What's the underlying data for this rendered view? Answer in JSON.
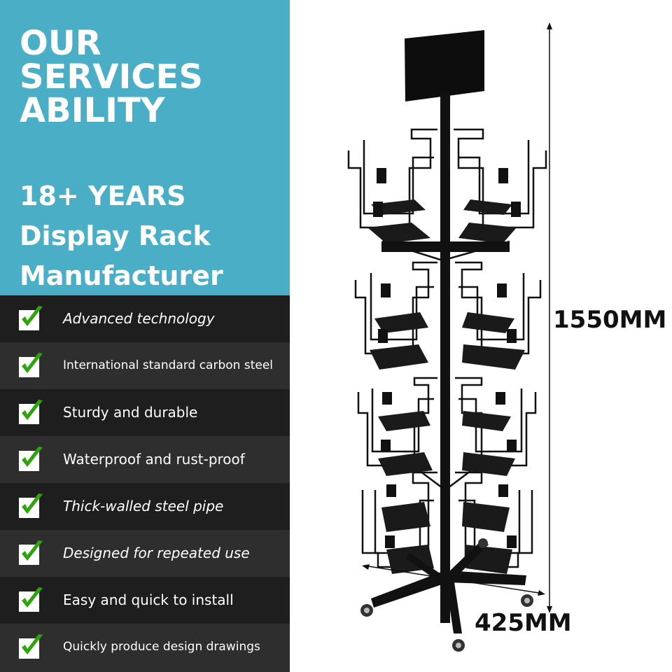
{
  "hero": {
    "title_lines": [
      "OUR",
      "SERVICES",
      "ABILITY"
    ],
    "subtitle_lines": [
      "18+ YEARS",
      "Display Rack",
      "Manufacturer"
    ]
  },
  "features": [
    {
      "label": "Advanced technology"
    },
    {
      "label": "International standard carbon steel"
    },
    {
      "label": "Sturdy and durable"
    },
    {
      "label": "Waterproof and rust-proof"
    },
    {
      "label": "Thick-walled steel pipe"
    },
    {
      "label": "Designed for repeated use"
    },
    {
      "label": "Easy and quick to install"
    },
    {
      "label": "Quickly produce design drawings"
    }
  ],
  "dimensions": {
    "height_label": "1550MM",
    "width_label": "425MM"
  },
  "colors": {
    "hero_background": "#4aaec6",
    "check_green": "#2fa40f",
    "row_dark": "#1e1e1e",
    "row_light": "#2e2e2e"
  },
  "icons": [
    "check-icon",
    "display-rack-image"
  ]
}
